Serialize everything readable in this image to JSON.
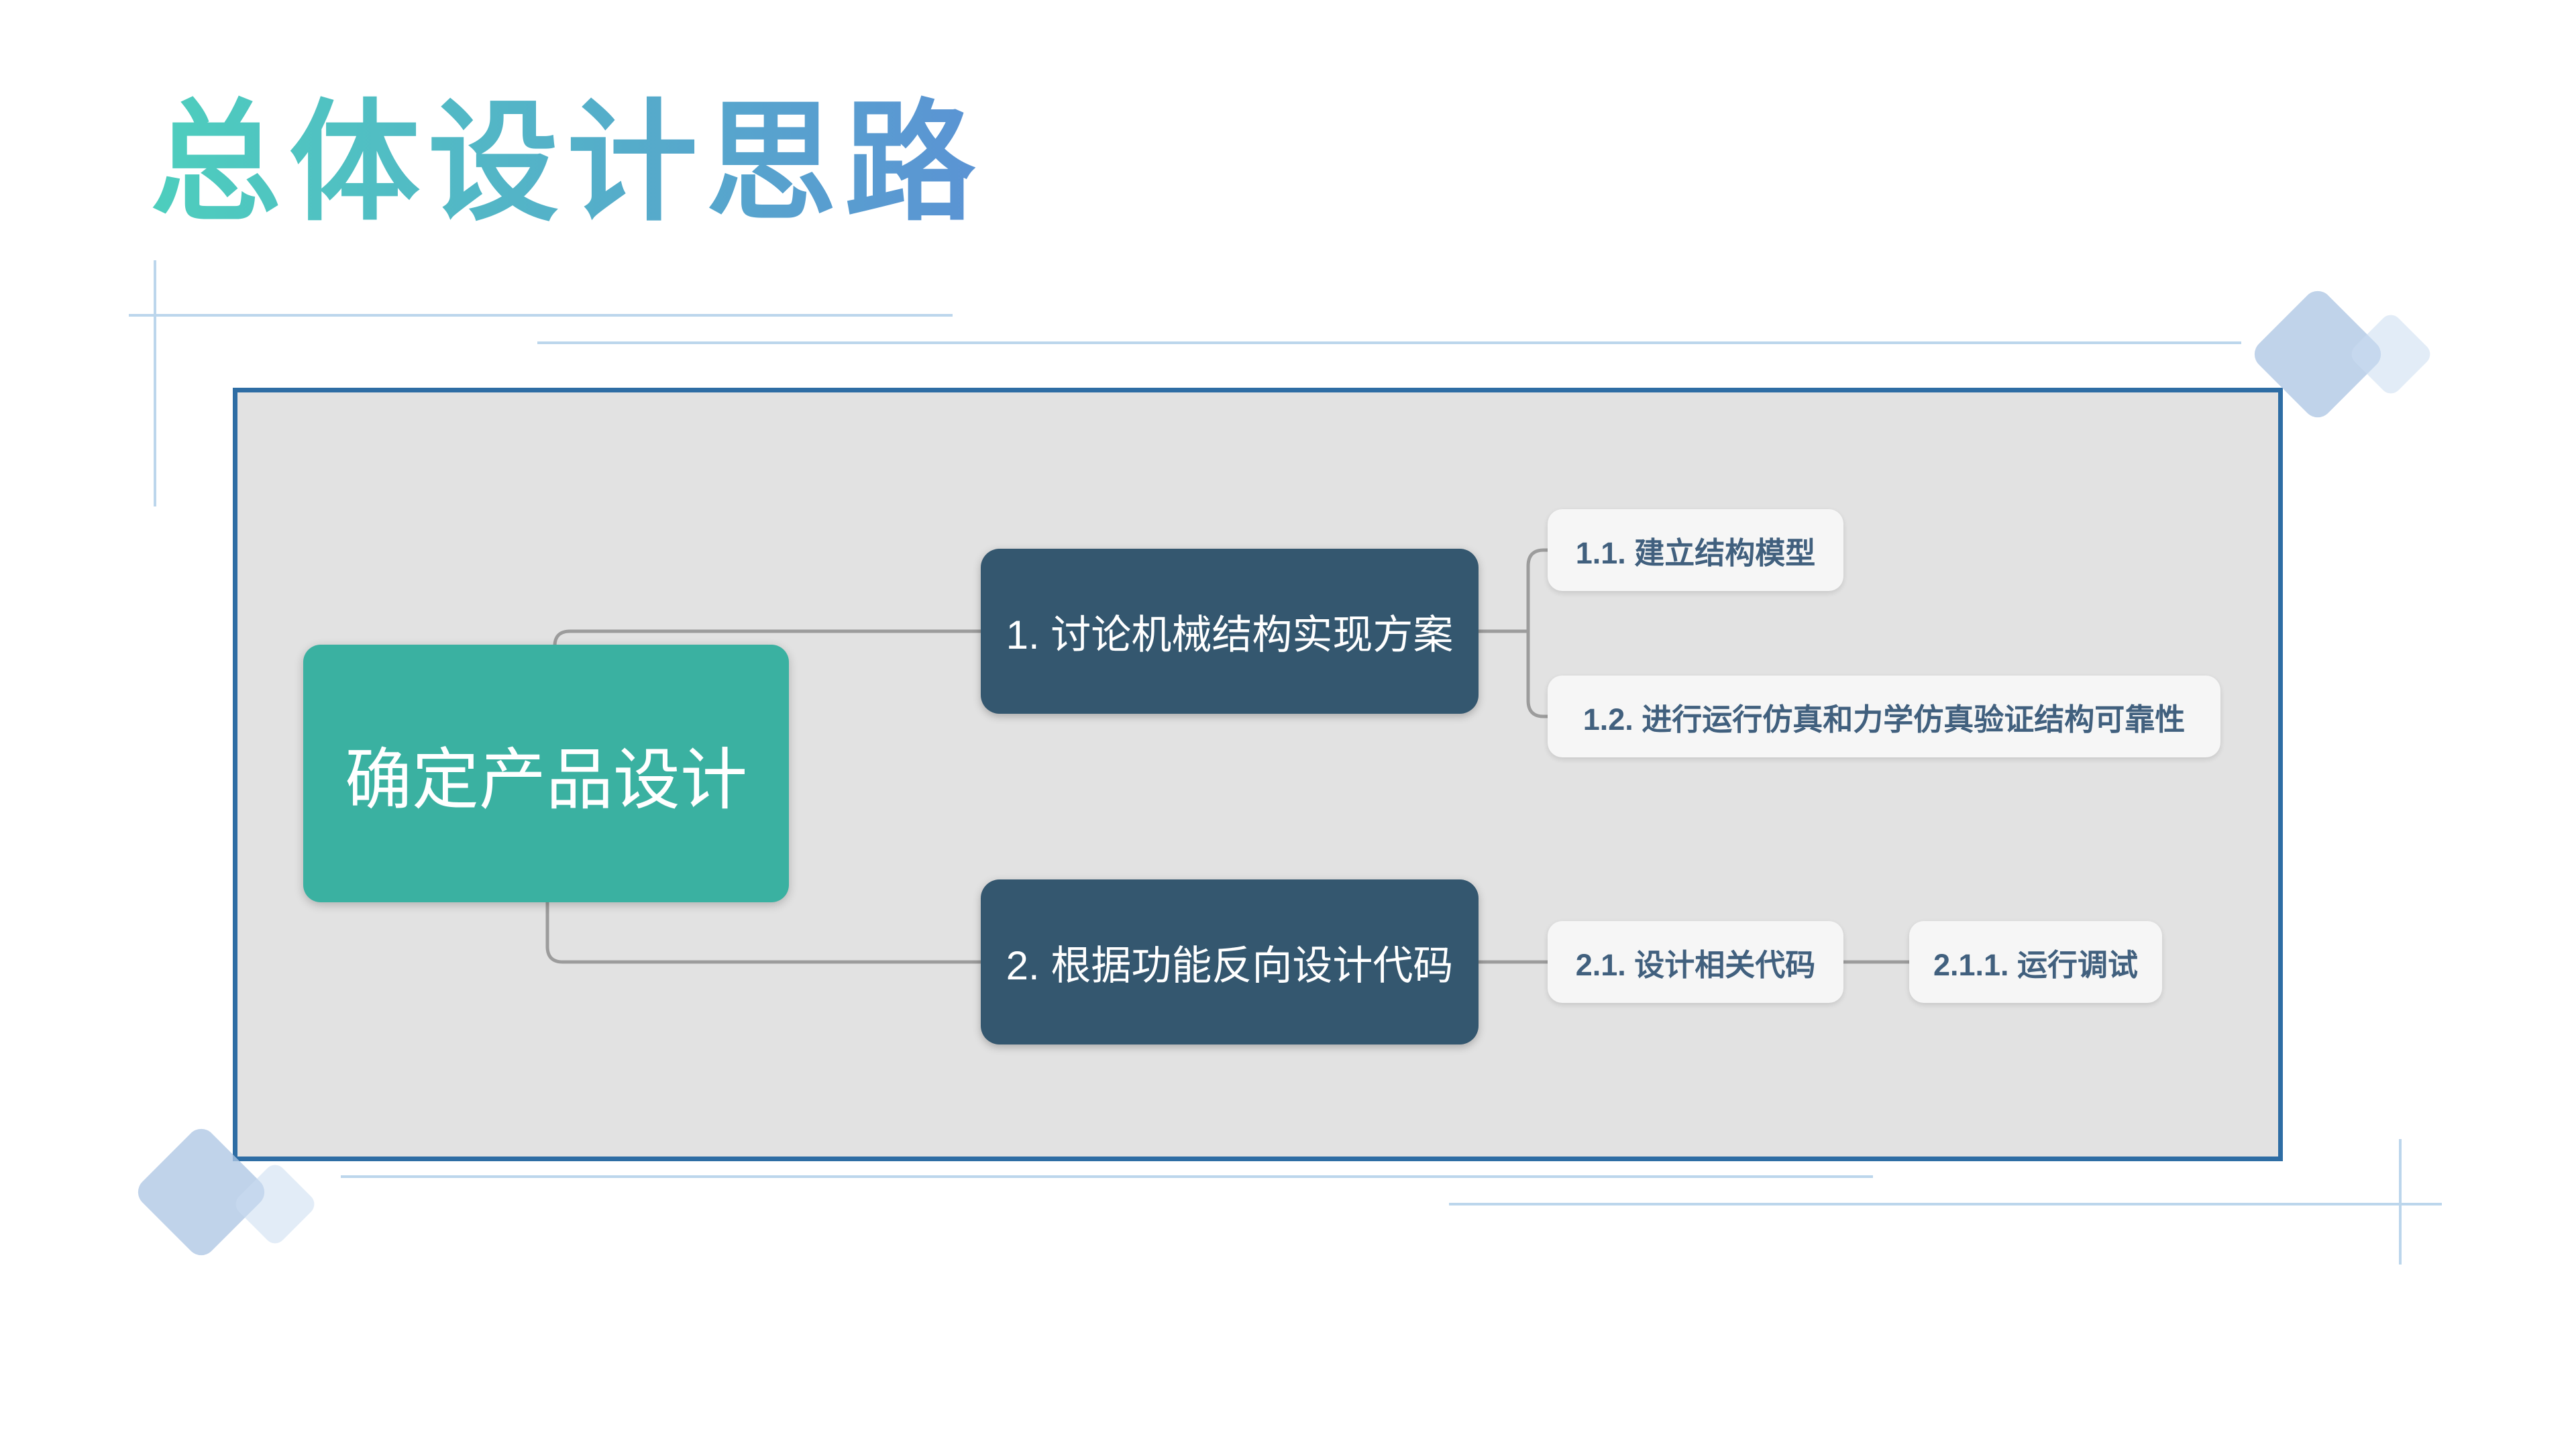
{
  "slide": {
    "title": "总体设计思路",
    "title_gradient_start": "#4DCEBD",
    "title_gradient_end": "#5B93D4"
  },
  "panel": {
    "background": "#E2E2E2",
    "border_color": "#2E6DA4"
  },
  "decor": {
    "accent_line_color": "#BCD6EC",
    "diamond_color": "#AEC7E4",
    "diamond_color_light": "#CBDDF0"
  },
  "mindmap": {
    "connector_color": "#9C9C9C",
    "root": {
      "label": "确定产品设计",
      "bg": "#3AB1A1",
      "text_color": "#FFFFFF"
    },
    "branches": [
      {
        "label": "1. 讨论机械结构实现方案",
        "bg": "#34576F",
        "text_color": "#FFFFFF",
        "children": [
          {
            "label": "1.1. 建立结构模型",
            "bg": "#F6F6F6",
            "text_color": "#41607E"
          },
          {
            "label": "1.2. 进行运行仿真和力学仿真验证结构可靠性",
            "bg": "#F6F6F6",
            "text_color": "#41607E"
          }
        ]
      },
      {
        "label": "2. 根据功能反向设计代码",
        "bg": "#34576F",
        "text_color": "#FFFFFF",
        "children": [
          {
            "label": "2.1. 设计相关代码",
            "bg": "#F6F6F6",
            "text_color": "#41607E",
            "children": [
              {
                "label": "2.1.1. 运行调试",
                "bg": "#F6F6F6",
                "text_color": "#41607E"
              }
            ]
          }
        ]
      }
    ]
  }
}
